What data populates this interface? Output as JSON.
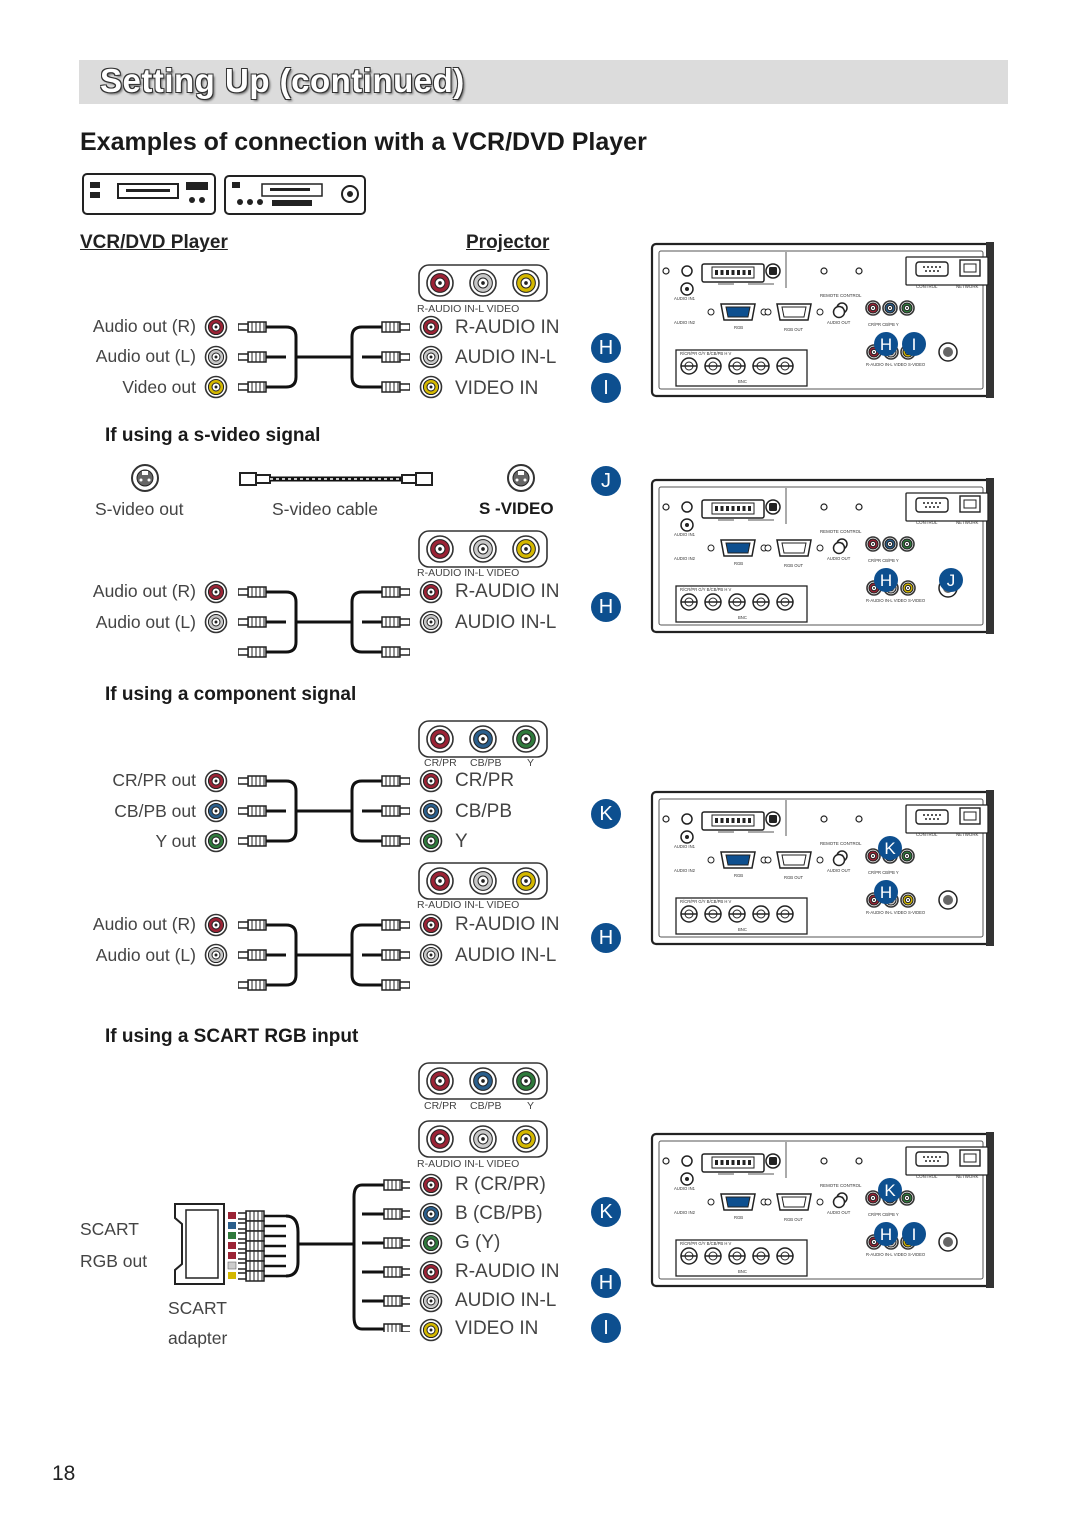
{
  "page": {
    "title": "Setting Up (continued)",
    "heading": "Examples of connection with a VCR/DVD Player",
    "page_number": "18"
  },
  "columns": {
    "player": "VCR/DVD Player",
    "projector": "Projector"
  },
  "colors": {
    "badge": "#0d4f8f",
    "red": "#9b2335",
    "white": "#c8c8c8",
    "yellow": "#d4b800",
    "blue": "#2b5f8c",
    "green": "#2f7a3c"
  },
  "jack_strip_labels": {
    "audio_video": "R-AUDIO IN-L VIDEO",
    "component": [
      "CR/PR",
      "CB/PB",
      "Y"
    ]
  },
  "section1": {
    "left": [
      "Audio out (R)",
      "Audio out (L)",
      "Video out"
    ],
    "right": [
      "R-AUDIO IN",
      "AUDIO IN-L",
      "VIDEO IN"
    ],
    "badges": [
      "H",
      "I"
    ]
  },
  "section2": {
    "title": "If using a s-video signal",
    "svideo_out": "S-video out",
    "svideo_cable": "S-video cable",
    "svideo_in": "S -VIDEO",
    "badge_j": "J",
    "left": [
      "Audio out (R)",
      "Audio out (L)"
    ],
    "right": [
      "R-AUDIO IN",
      "AUDIO IN-L"
    ],
    "badge_h": "H"
  },
  "section3": {
    "title": "If using a component signal",
    "left_comp": [
      "CR/PR out",
      "CB/PB out",
      "Y out"
    ],
    "right_comp": [
      "CR/PR",
      "CB/PB",
      "Y"
    ],
    "badge_k": "K",
    "left_audio": [
      "Audio out (R)",
      "Audio out (L)"
    ],
    "right_audio": [
      "R-AUDIO IN",
      "AUDIO IN-L"
    ],
    "badge_h": "H"
  },
  "section4": {
    "title": "If using a SCART RGB input",
    "scart_out": [
      "SCART",
      "RGB out"
    ],
    "scart_adapter": [
      "SCART",
      "adapter"
    ],
    "right": [
      "R (CR/PR)",
      "B (CB/PB)",
      "G (Y)",
      "R-AUDIO IN",
      "AUDIO IN-L",
      "VIDEO IN"
    ],
    "badges": [
      "K",
      "H",
      "I"
    ]
  },
  "panel_labels": {
    "control": "CONTROL",
    "network": "NETWORK",
    "audio_in1": "AUDIO IN1",
    "audio_in2": "AUDIO IN2",
    "remote_control": "REMOTE CONTROL",
    "rgb": "RGB",
    "rgb_out": "RGB OUT",
    "audio_out": "AUDIO OUT",
    "comp": "CR/PR  CB/PB  Y",
    "bnc_top": "R/CR/PR   G/Y   B/CB/PB   H   V",
    "bnc": "BNC",
    "bottom": "R-AUDIO IN-L  VIDEO   S-VIDEO"
  },
  "panels": [
    {
      "badges": "H I"
    },
    {
      "badges": "H",
      "extra_badge": "J"
    },
    {
      "badges": "H",
      "top_badge": "K"
    },
    {
      "badges": "H I",
      "top_badge": "K"
    }
  ]
}
